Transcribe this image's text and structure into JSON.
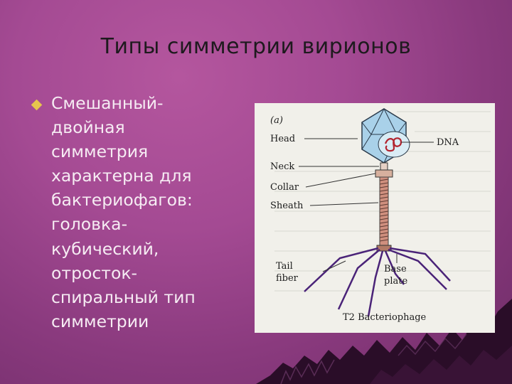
{
  "slide": {
    "title": "Типы симметрии вирионов",
    "bullet_text": "Смешанный-\nдвойная\nсимметрия\nхарактерна для\nбактериофагов:\nголовка-\nкубический,\nотросток-\nспиральный тип\nсимметрии"
  },
  "figure": {
    "panel_label": "(a)",
    "labels": {
      "head": "Head",
      "neck": "Neck",
      "collar": "Collar",
      "sheath": "Sheath",
      "dna": "DNA",
      "tail_fiber_1": "Tail",
      "tail_fiber_2": "fiber",
      "base_plate_1": "Base",
      "base_plate_2": "plate"
    },
    "caption": "T2 Bacteriophage"
  },
  "colors": {
    "background": "#a44a93",
    "title_text": "#1e1a1e",
    "body_text": "#f6ecf3",
    "bullet": "#e7c64c",
    "phage_head": "#a9d1e9",
    "tail_fiber": "#4a2378",
    "mountains": "#2a0d28"
  }
}
